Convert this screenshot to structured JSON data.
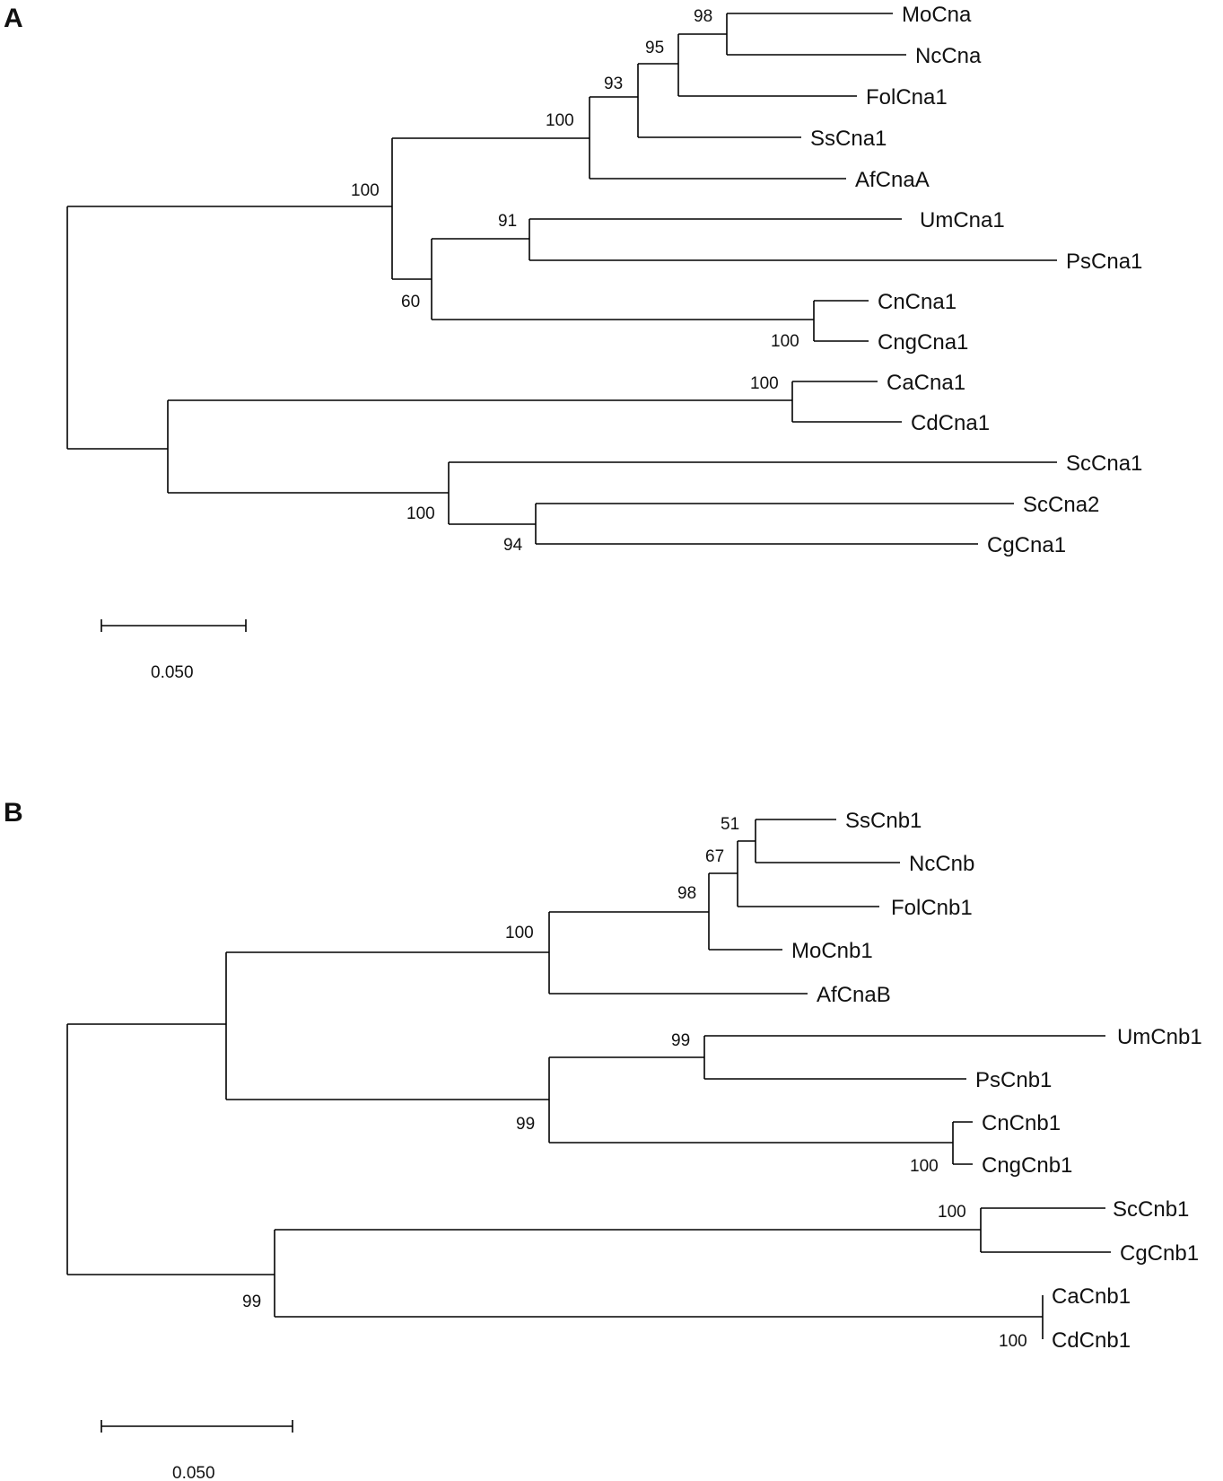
{
  "panels": [
    {
      "label": "A",
      "scale_label": "0.050",
      "taxa": [
        "MoCna",
        "NcCna",
        "FolCna1",
        "SsCna1",
        "AfCnaA",
        "UmCna1",
        "PsCna1",
        "CnCna1",
        "CngCna1",
        "CaCna1",
        "CdCna1",
        "ScCna1",
        "ScCna2",
        "CgCna1"
      ],
      "support": [
        "98",
        "95",
        "93",
        "100",
        "100",
        "91",
        "60",
        "100",
        "100",
        "100",
        "94"
      ]
    },
    {
      "label": "B",
      "scale_label": "0.050",
      "taxa": [
        "SsCnb1",
        "NcCnb",
        "FolCnb1",
        "MoCnb1",
        "AfCnaB",
        "UmCnb1",
        "PsCnb1",
        "CnCnb1",
        "CngCnb1",
        "ScCnb1",
        "CgCnb1",
        "CaCnb1",
        "CdCnb1"
      ],
      "support": [
        "51",
        "67",
        "98",
        "100",
        "99",
        "99",
        "100",
        "100",
        "99",
        "100"
      ]
    }
  ]
}
